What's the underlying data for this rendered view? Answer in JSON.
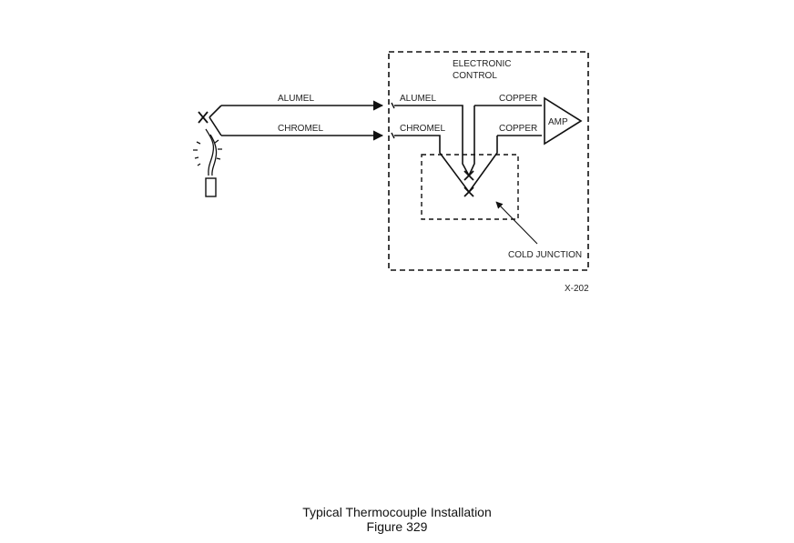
{
  "diagram": {
    "control_box_label_line1": "ELECTRONIC",
    "control_box_label_line2": "CONTROL",
    "wire_top_outside": "ALUMEL",
    "wire_bottom_outside": "CHROMEL",
    "wire_top_inside": "ALUMEL",
    "wire_bottom_inside": "CHROMEL",
    "copper_top": "COPPER",
    "copper_bottom": "COPPER",
    "amplifier": "AMP",
    "cold_junction": "COLD JUNCTION",
    "drawing_number": "X-202"
  },
  "caption": {
    "title": "Typical Thermocouple Installation",
    "figure": "Figure 329"
  }
}
